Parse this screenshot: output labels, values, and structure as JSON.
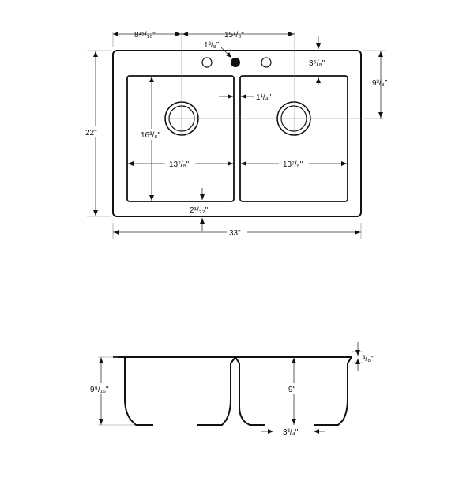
{
  "top_view": {
    "dim_left_offset": "8¹⁵/₁₆\"",
    "dim_center_span": "15¹/₈\"",
    "dim_hole_dia": "1³/₈\"",
    "dim_top_margin": "3⁵/₈\"",
    "dim_drain_height": "9³/₈\"",
    "dim_divider": "1¹/₄\"",
    "dim_overall_depth": "22\"",
    "dim_bowl_depth": "16³/₈\"",
    "dim_left_bowl_width": "13⁷/₈\"",
    "dim_right_bowl_width": "13⁷/₈\"",
    "dim_bottom_margin": "2¹/₃₂\"",
    "dim_overall_width": "33\""
  },
  "side_view": {
    "dim_rim": "³/₈\"",
    "dim_left_depth": "9⁹/₁₆\"",
    "dim_right_depth": "9\"",
    "dim_drain_offset": "3³/₄\""
  },
  "colors": {
    "line": "#111111",
    "faucet_hole": "#111111",
    "background": "#ffffff"
  }
}
